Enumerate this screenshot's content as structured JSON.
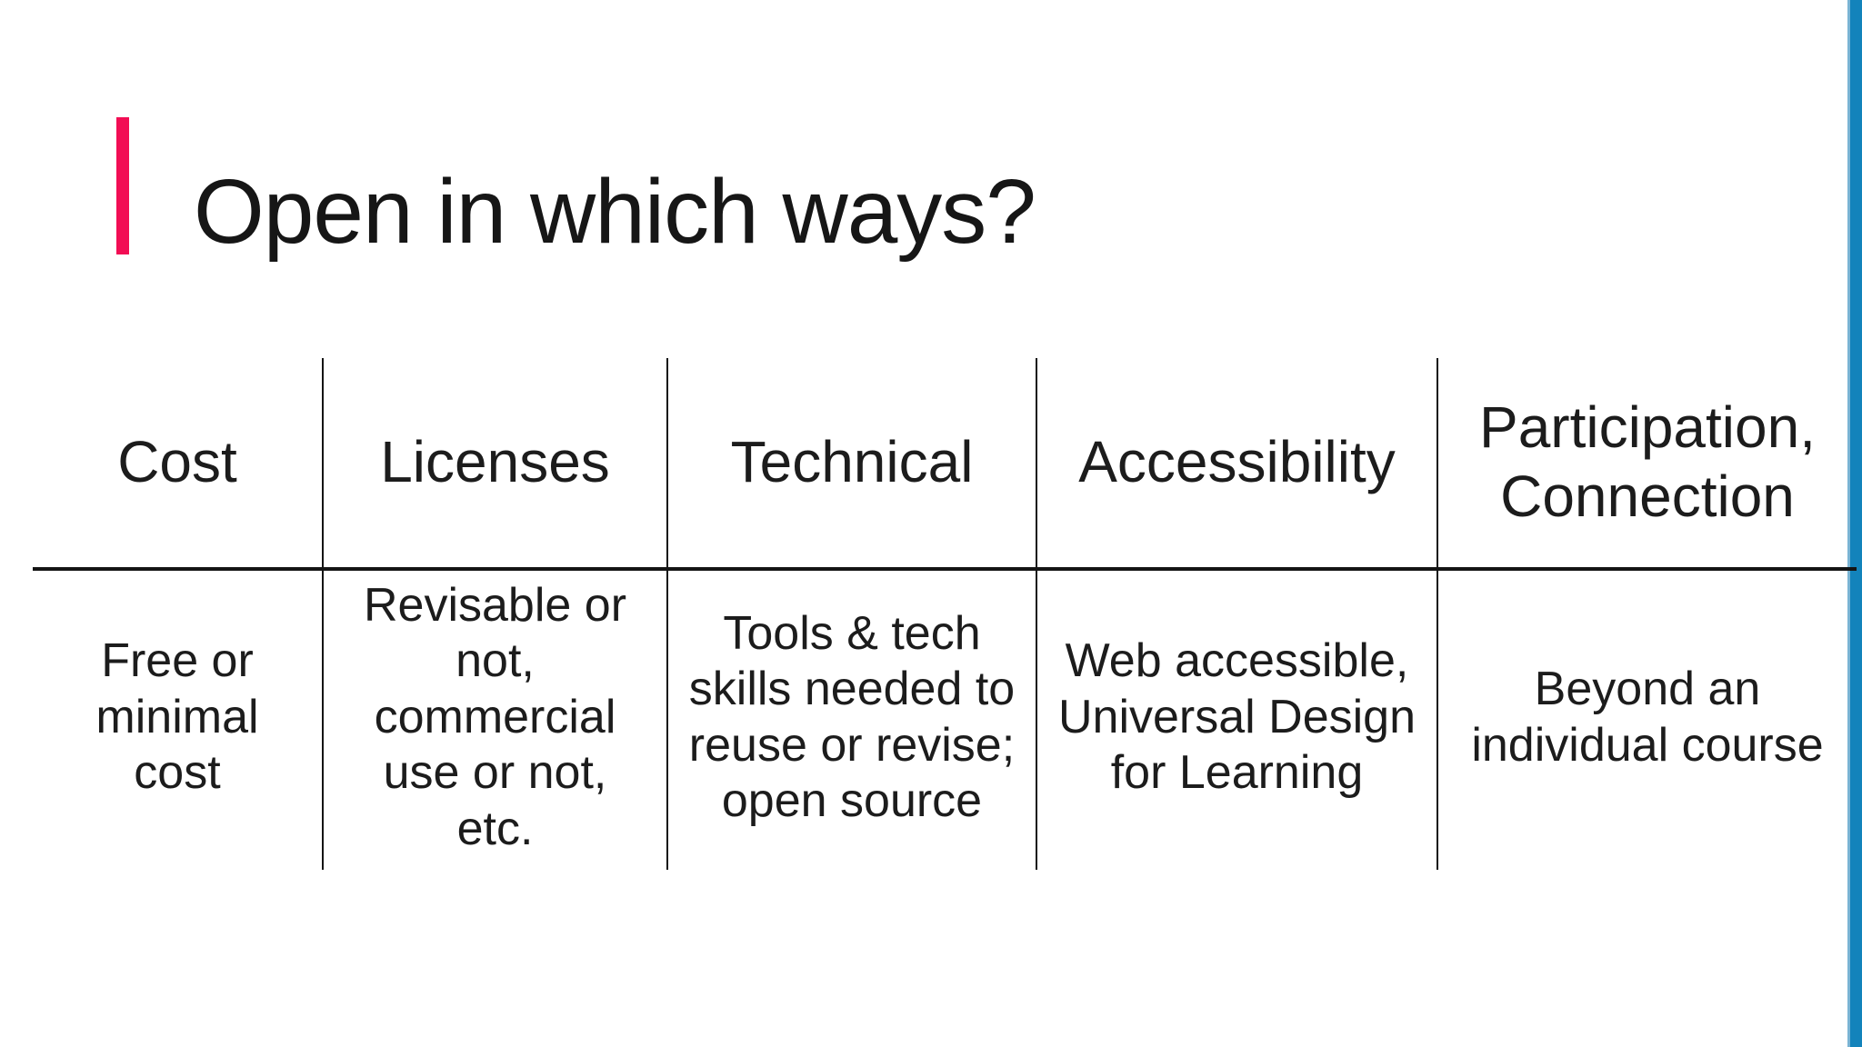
{
  "slide": {
    "title": "Open in which ways?",
    "accent_color": "#F20D54",
    "edge_color": "#1383BB",
    "background_color": "#FFFFFF",
    "line_color": "#141414"
  },
  "table": {
    "columns": [
      {
        "header": "Cost",
        "body": "Free or\nminimal\ncost"
      },
      {
        "header": "Licenses",
        "body": "Revisable or\nnot,\ncommercial\nuse or not,\netc."
      },
      {
        "header": "Technical",
        "body": "Tools & tech\nskills needed to\nreuse or revise;\nopen source"
      },
      {
        "header": "Accessibility",
        "body": "Web accessible,\nUniversal Design\nfor Learning"
      },
      {
        "header": "Participation,\nConnection",
        "body": "Beyond an\nindividual course"
      }
    ]
  }
}
